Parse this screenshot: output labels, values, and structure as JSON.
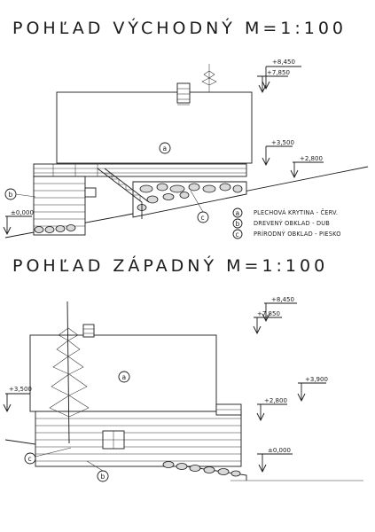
{
  "titles": {
    "east": "POHĽAD VÝCHODNÝ M=1:100",
    "west": "POHĽAD ZÁPADNÝ M=1:100"
  },
  "east_levels": {
    "ridge": "+8,450",
    "chimney": "+7,850",
    "eave": "+3,500",
    "terrace": "+2,800",
    "ground": "±0,000"
  },
  "west_levels": {
    "ridge": "+8,450",
    "chimney": "+7,850",
    "eave_left": "+3,500",
    "eave_right": "+3,900",
    "terrace": "+2,800",
    "ground": "±0,000"
  },
  "material_tags": {
    "a": "a",
    "b": "b",
    "c": "c"
  },
  "legend": [
    {
      "key": "a",
      "text": "PLECHOVÁ KRYTINA - ČERV."
    },
    {
      "key": "b",
      "text": "DREVENÝ OBKLAD - DUB"
    },
    {
      "key": "c",
      "text": "PRÍRODNÝ OBKLAD - PIESKO"
    }
  ]
}
